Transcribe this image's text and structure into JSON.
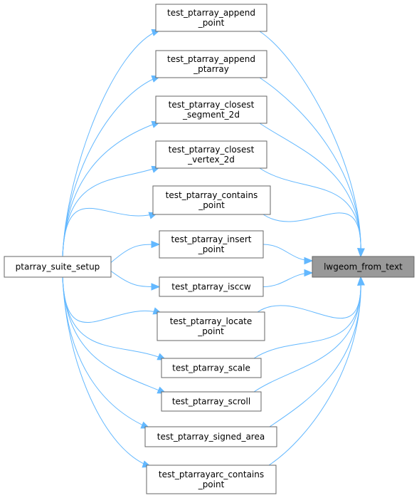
{
  "graph": {
    "source": {
      "id": "src",
      "lines": [
        "ptarray_suite_setup"
      ]
    },
    "target": {
      "id": "tgt",
      "lines": [
        "lwgeom_from_text"
      ],
      "highlight": true
    },
    "middle": [
      {
        "id": "m1",
        "lines": [
          "test_ptarray_append",
          "_point"
        ]
      },
      {
        "id": "m2",
        "lines": [
          "test_ptarray_append",
          "_ptarray"
        ]
      },
      {
        "id": "m3",
        "lines": [
          "test_ptarray_closest",
          "_segment_2d"
        ]
      },
      {
        "id": "m4",
        "lines": [
          "test_ptarray_closest",
          "_vertex_2d"
        ]
      },
      {
        "id": "m5",
        "lines": [
          "test_ptarray_contains",
          "_point"
        ]
      },
      {
        "id": "m6",
        "lines": [
          "test_ptarray_insert",
          "_point"
        ]
      },
      {
        "id": "m7",
        "lines": [
          "test_ptarray_isccw"
        ]
      },
      {
        "id": "m8",
        "lines": [
          "test_ptarray_locate",
          "_point"
        ]
      },
      {
        "id": "m9",
        "lines": [
          "test_ptarray_scale"
        ]
      },
      {
        "id": "m10",
        "lines": [
          "test_ptarray_scroll"
        ]
      },
      {
        "id": "m11",
        "lines": [
          "test_ptarray_signed_area"
        ]
      },
      {
        "id": "m12",
        "lines": [
          "test_ptarrayarc_contains",
          "_point"
        ]
      }
    ]
  },
  "colors": {
    "edge": "#63b8ff",
    "node_border": "#666666",
    "highlight_fill": "#999999"
  }
}
